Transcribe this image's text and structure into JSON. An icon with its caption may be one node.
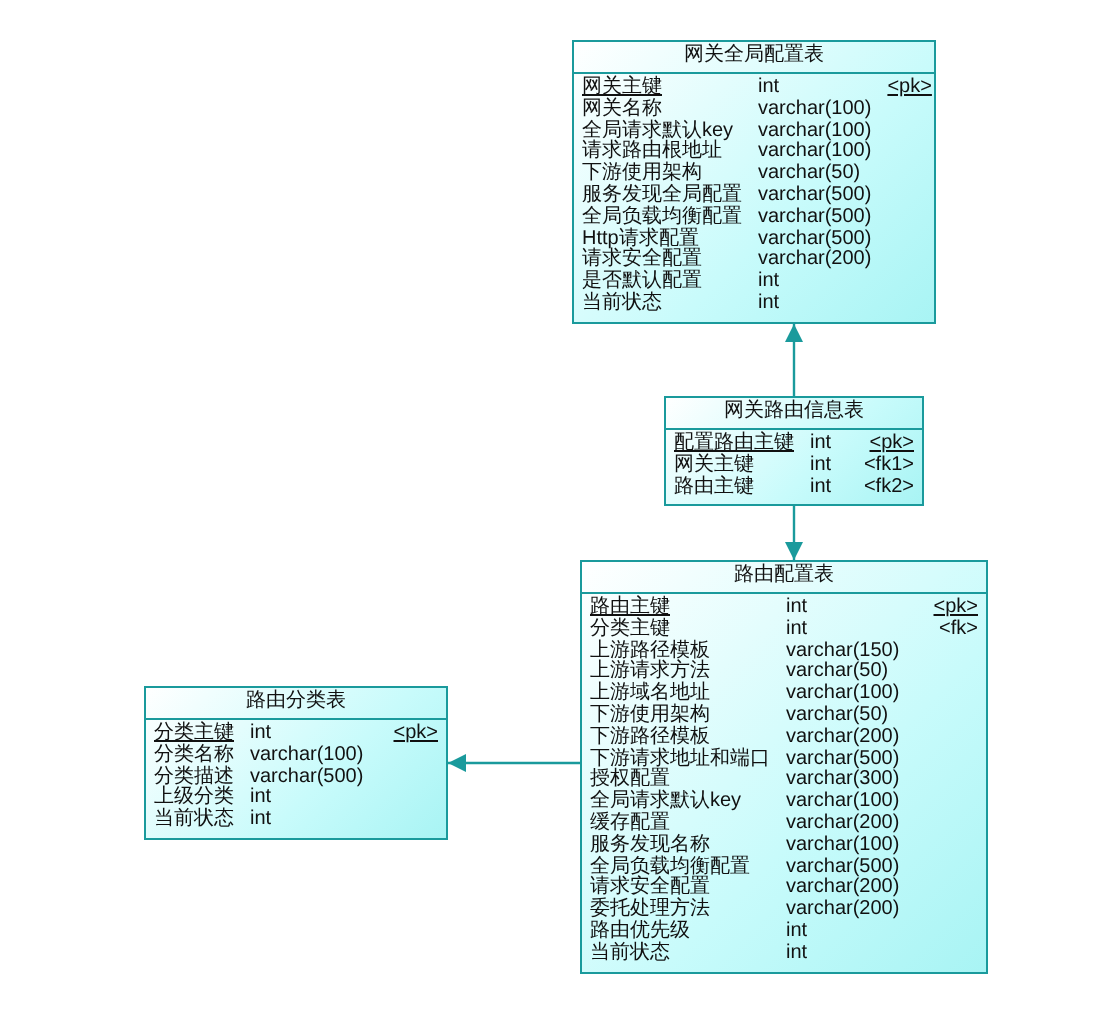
{
  "diagram": {
    "nodes": [
      {
        "text": [
          "网关全局配置表",
          "网关主键",
          "int",
          "<pk>",
          "网关名称",
          "varchar(100)",
          "全局请求默认key",
          "varchar(100)",
          "请求路由根地址",
          "varchar(100)",
          "下游使用架构",
          "varchar(50)",
          "服务发现全局配置",
          "varchar(500)",
          "全局负载均衡配置",
          "varchar(500)",
          "Http请求配置",
          "varchar(500)",
          "请求安全配置",
          "varchar(200)",
          "是否默认配置",
          "int",
          "当前状态",
          "int"
        ]
      },
      {
        "text": [
          "网关路由信息表",
          "配置路由主键",
          "int",
          "<pk>",
          "网关主键",
          "int",
          "<fk1>",
          "路由主键",
          "int",
          "<fk2>"
        ]
      },
      {
        "text": [
          "路由配置表",
          "路由主键",
          "int",
          "<pk>",
          "分类主键",
          "int",
          "<fk>",
          "上游路径模板",
          "varchar(150)",
          "上游请求方法",
          "varchar(50)",
          "上游域名地址",
          "varchar(100)",
          "下游使用架构",
          "varchar(50)",
          "下游路径模板",
          "varchar(200)",
          "下游请求地址和端口",
          "varchar(500)",
          "授权配置",
          "varchar(300)",
          "全局请求默认key",
          "varchar(100)",
          "缓存配置",
          "varchar(200)",
          "服务发现名称",
          "varchar(100)",
          "全局负载均衡配置",
          "varchar(500)",
          "请求安全配置",
          "varchar(200)",
          "委托处理方法",
          "varchar(200)",
          "路由优先级",
          "int",
          "当前状态",
          "int"
        ]
      },
      {
        "text": [
          "路由分类表",
          "分类主键",
          "int",
          "<pk>",
          "分类名称",
          "varchar(100)",
          "分类描述",
          "varchar(500)",
          "上级分类",
          "int",
          "当前状态",
          "int"
        ]
      }
    ],
    "edges": [
      {
        "from": 1,
        "to": 0,
        "arrow": "to"
      },
      {
        "from": 1,
        "to": 2,
        "arrow": "to"
      },
      {
        "from": 2,
        "to": 3,
        "arrow": "to"
      }
    ]
  }
}
